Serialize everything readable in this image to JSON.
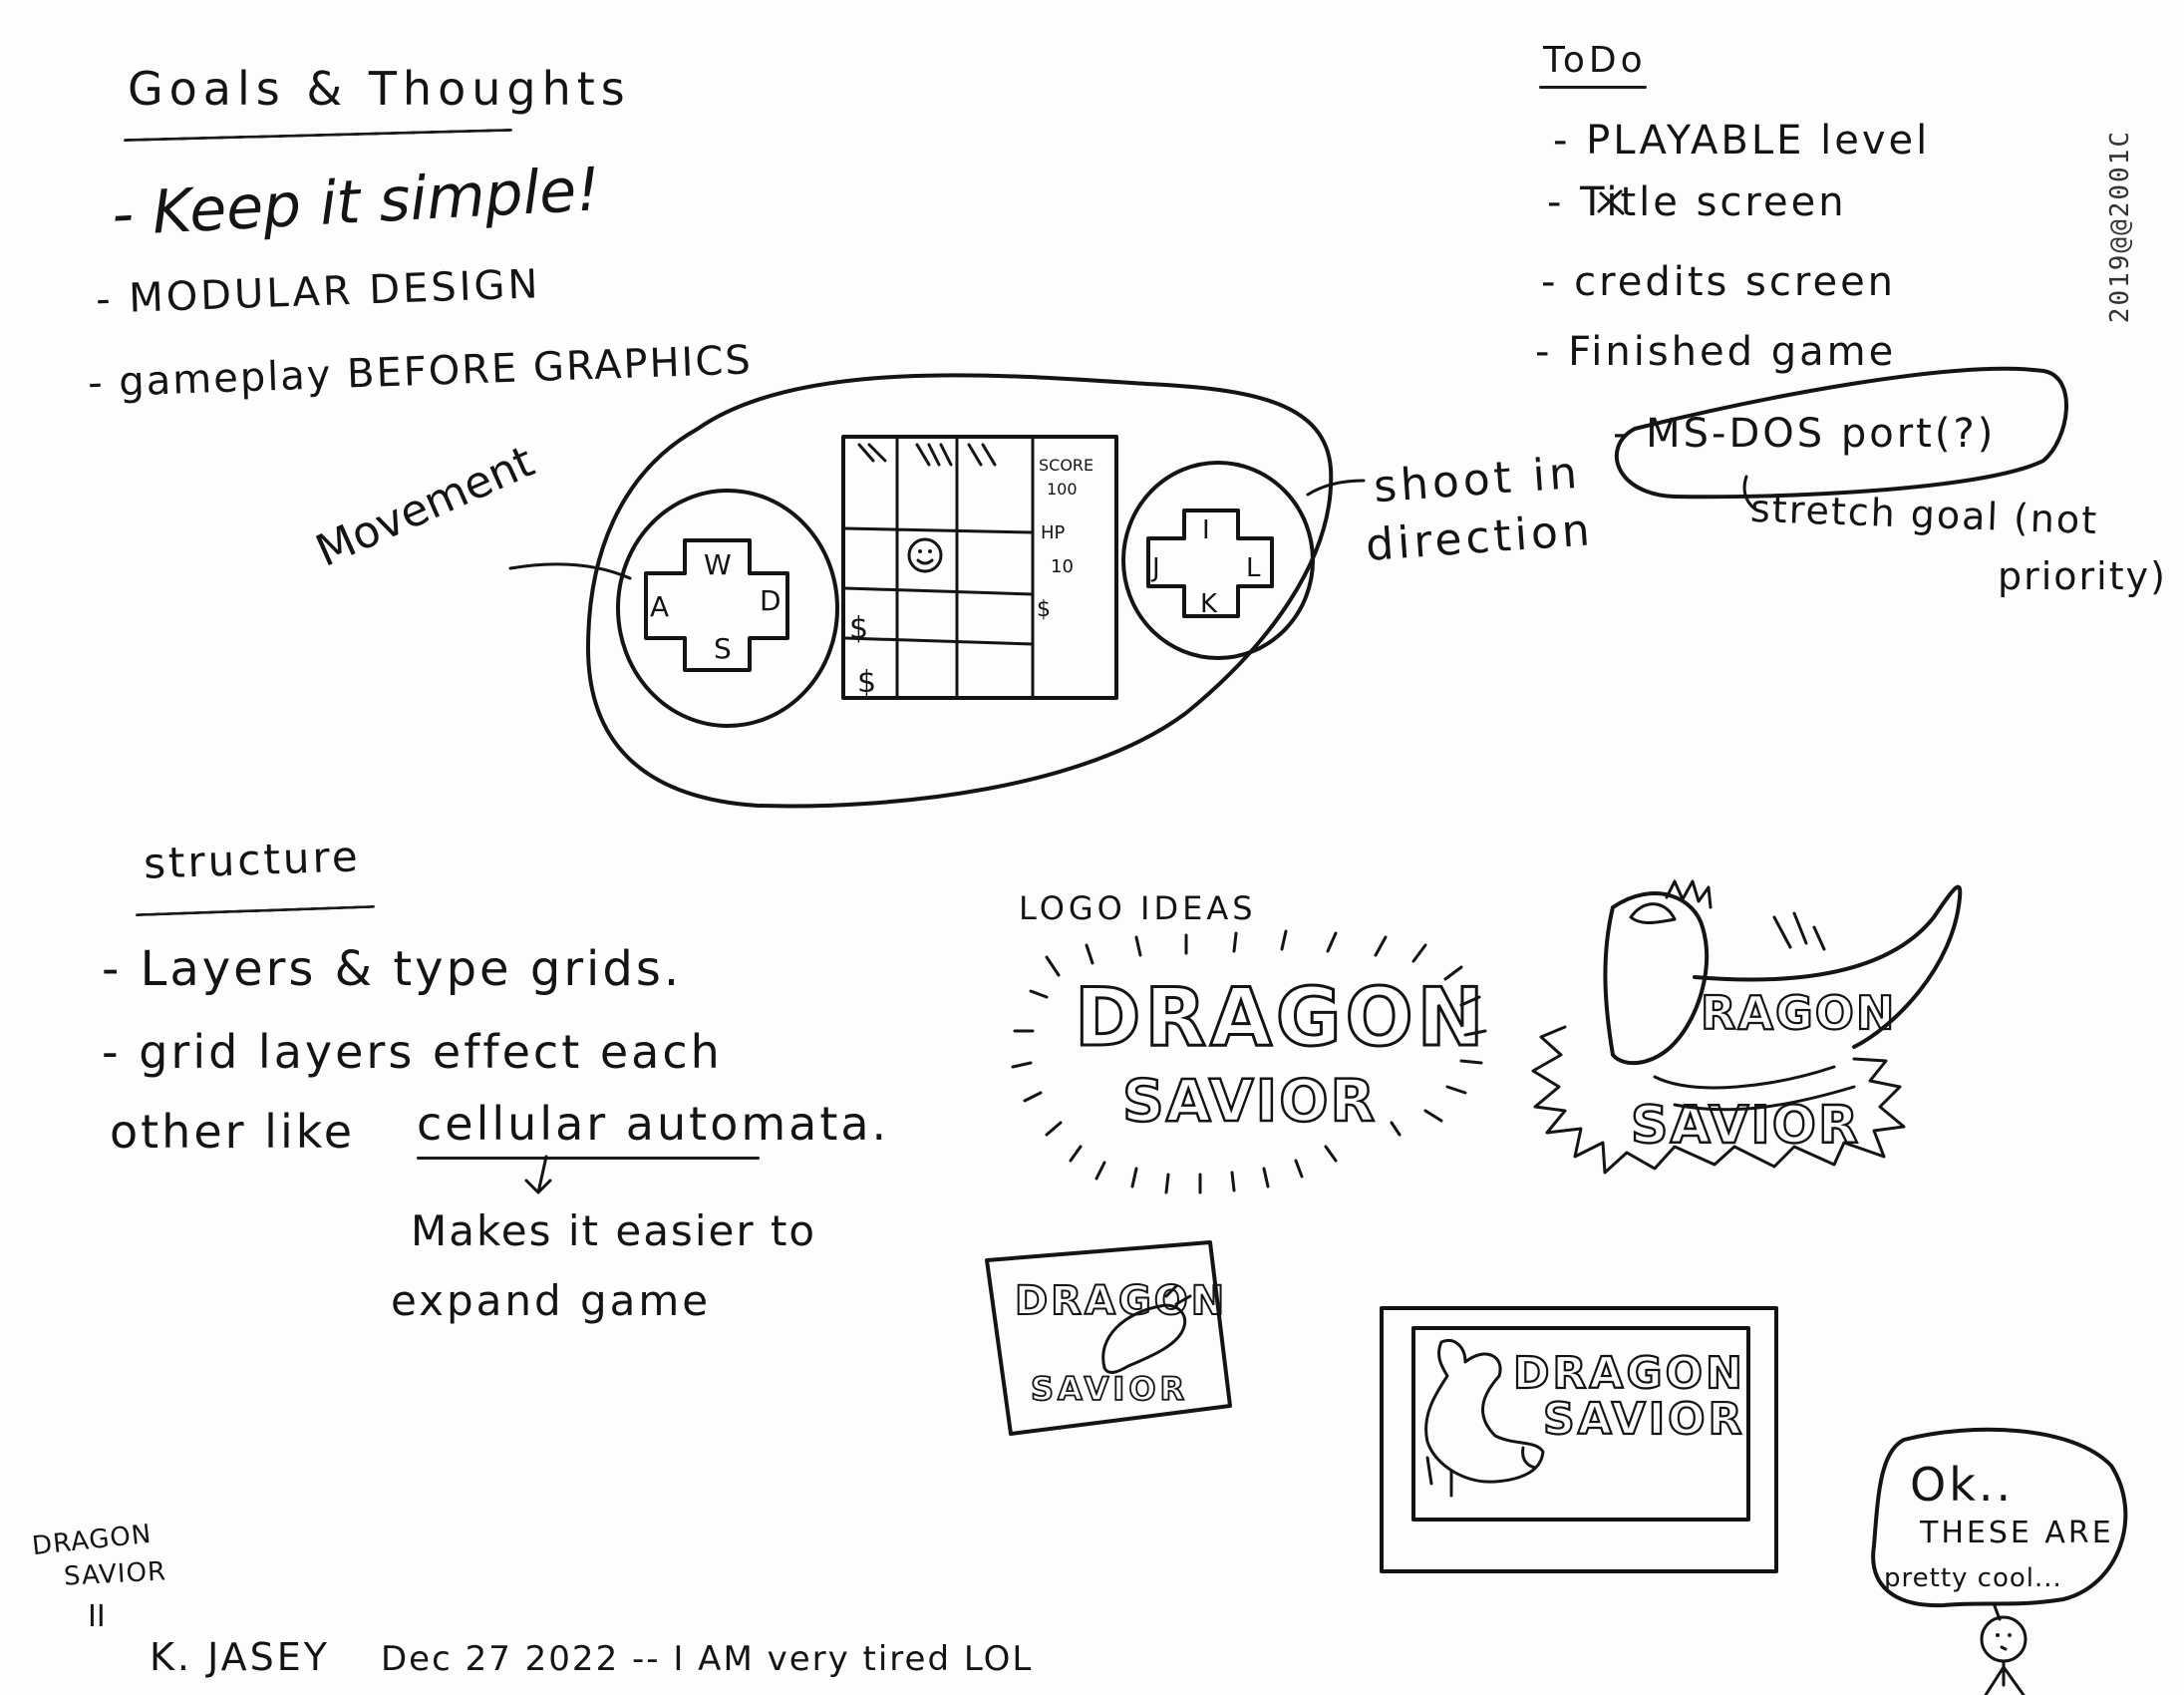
{
  "goals": {
    "heading": "Goals & Thoughts",
    "items": [
      "- Keep it simple!",
      "- MODULAR DESIGN",
      "- gameplay BEFORE GRAPHICS"
    ]
  },
  "todo": {
    "heading": "ToDo",
    "items": [
      "- PLAYABLE level",
      "- Title screen",
      "- credits screen",
      "- Finished game",
      "- MS-DOS port(?)"
    ],
    "note_line1": "stretch goal (not",
    "note_line2": "priority)"
  },
  "controller": {
    "left_label": "Movement",
    "right_label_line1": "shoot in",
    "right_label_line2": "direction",
    "left_keys": [
      "W",
      "A",
      "S",
      "D"
    ],
    "right_keys": [
      "I",
      "J",
      "K",
      "L"
    ],
    "screen_side": [
      "SCORE",
      "100",
      "HP",
      "10",
      "$"
    ],
    "screen_cells": [
      "$",
      "$"
    ]
  },
  "structure": {
    "heading": "structure",
    "line1": "- Layers & type grids.",
    "line2": "- grid layers effect each",
    "line3_prefix": "other like",
    "line3_underlined": "cellular automata.",
    "arrow_note_line1": "Makes it easier to",
    "arrow_note_line2": "expand game"
  },
  "logos": {
    "heading": "LOGO IDEAS",
    "logo1_top": "DRAGON",
    "logo1_bottom": "SAVIOR",
    "logo2_top": "RAGON",
    "logo2_bottom": "SAVIOR",
    "logo3_top": "DRAGON",
    "logo3_bottom": "SAVIOR",
    "logo4_top": "DRAGON",
    "logo4_bottom": "SAVIOR"
  },
  "bubble": {
    "line1": "Ok..",
    "line2": "THESE ARE",
    "line3": "pretty cool..."
  },
  "footer": {
    "corner_line1": "DRAGON",
    "corner_line2": "SAVIOR",
    "corner_line3": "II",
    "signature": "K. JASEY",
    "date_note": "Dec 27 2022 -- I AM very tired LOL"
  },
  "margin_stamp": "2019@@2001C"
}
